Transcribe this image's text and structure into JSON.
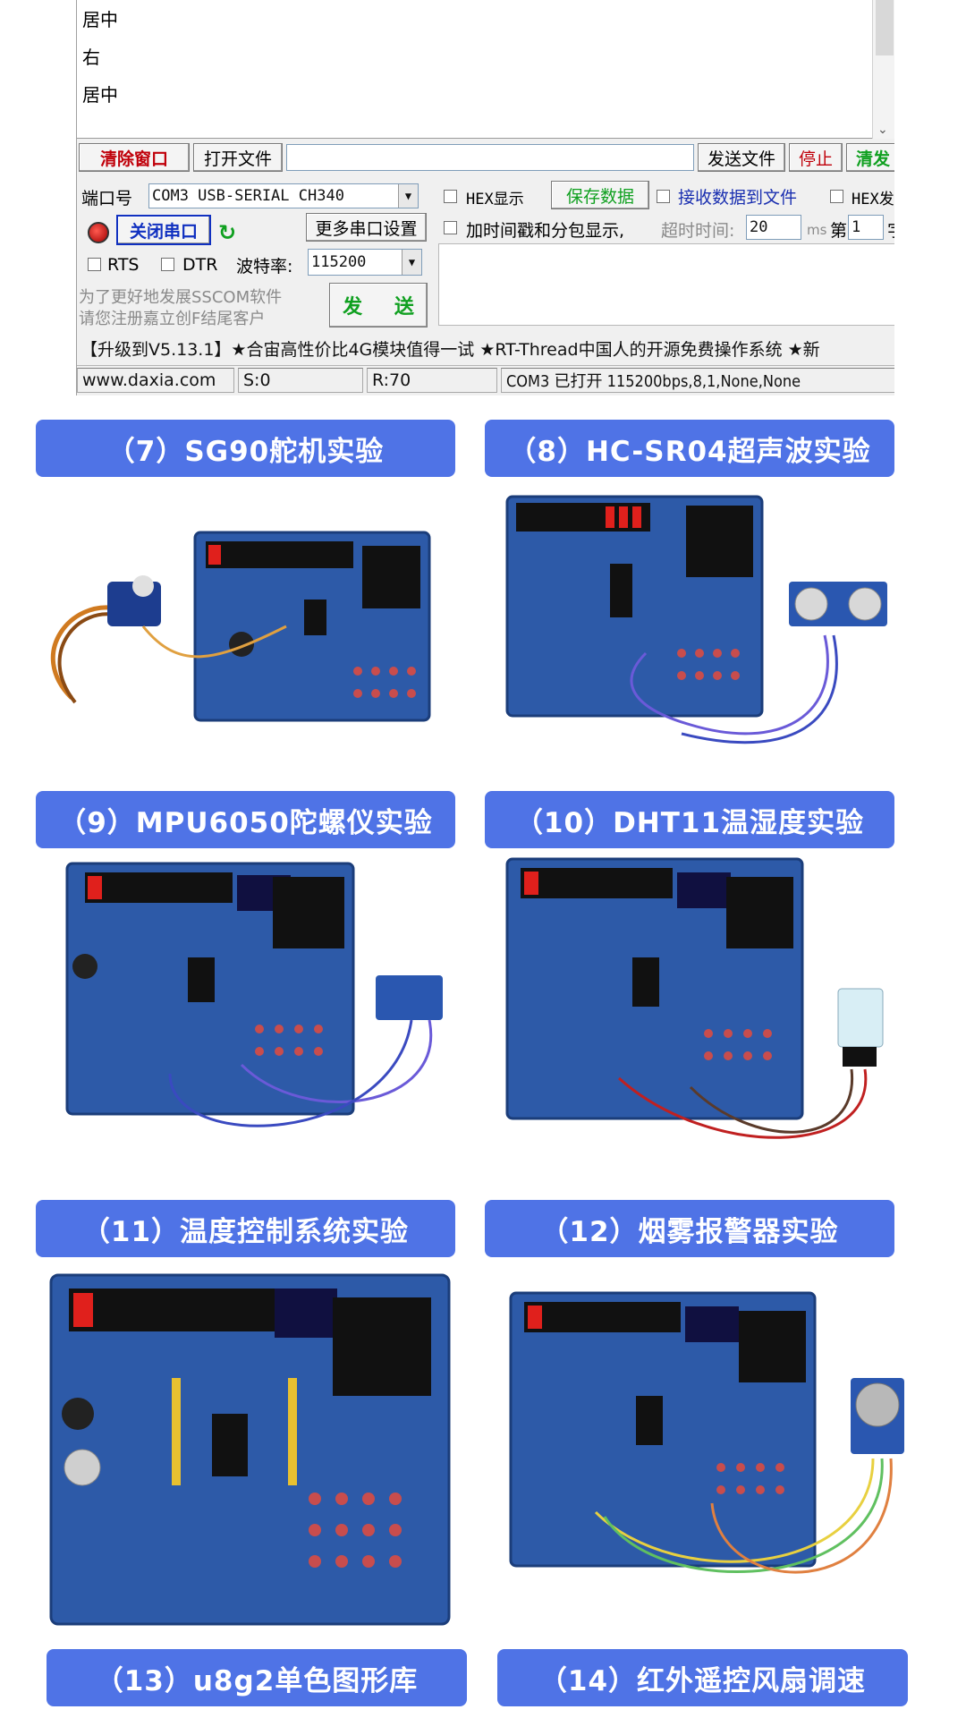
{
  "sscom": {
    "recv_lines": [
      "居中",
      "右",
      "居中"
    ],
    "clear_button": "清除窗口",
    "open_file_button": "打开文件",
    "send_file_button": "发送文件",
    "stop_button": "停止",
    "clear_send_button": "清发",
    "port_label": "端口号",
    "port_value": "COM3 USB-SERIAL CH340",
    "close_port_button": "关闭串口",
    "more_settings_button": "更多串口设置",
    "rts_label": "RTS",
    "dtr_label": "DTR",
    "baud_label": "波特率:",
    "baud_value": "115200",
    "hex_display_label": "HEX显示",
    "save_data_button": "保存数据",
    "recv_to_file_label": "接收数据到文件",
    "hex_send_label": "HEX发",
    "timestamp_label": "加时间戳和分包显示,",
    "timeout_label": "超时时间:",
    "timeout_value": "20",
    "timeout_unit": "ms",
    "nth_label": "第",
    "nth_value": "1",
    "byte_label": "字节",
    "promo_line1": "为了更好地发展SSCOM软件",
    "promo_line2": "请您注册嘉立创F结尾客户",
    "send_button": "发 送",
    "ticker": "【升级到V5.13.1】★合宙高性价比4G模块值得一试 ★RT-Thread中国人的开源免费操作系统 ★新",
    "status_site": "www.daxia.com",
    "status_sent": "S:0",
    "status_recv": "R:70",
    "status_port": "COM3 已打开  115200bps,8,1,None,None"
  },
  "experiments": [
    {
      "label": "（7）SG90舵机实验"
    },
    {
      "label": "（8）HC-SR04超声波实验"
    },
    {
      "label": "（9）MPU6050陀螺仪实验"
    },
    {
      "label": "（10）DHT11温湿度实验"
    },
    {
      "label": "（11）温度控制系统实验"
    },
    {
      "label": "（12）烟雾报警器实验"
    },
    {
      "label": "（13）u8g2单色图形库"
    },
    {
      "label": "（14）红外遥控风扇调速"
    }
  ],
  "colors": {
    "caption_bg": "#4f73e6",
    "board_blue": "#2d5aa8",
    "led_red": "#e0201c"
  }
}
